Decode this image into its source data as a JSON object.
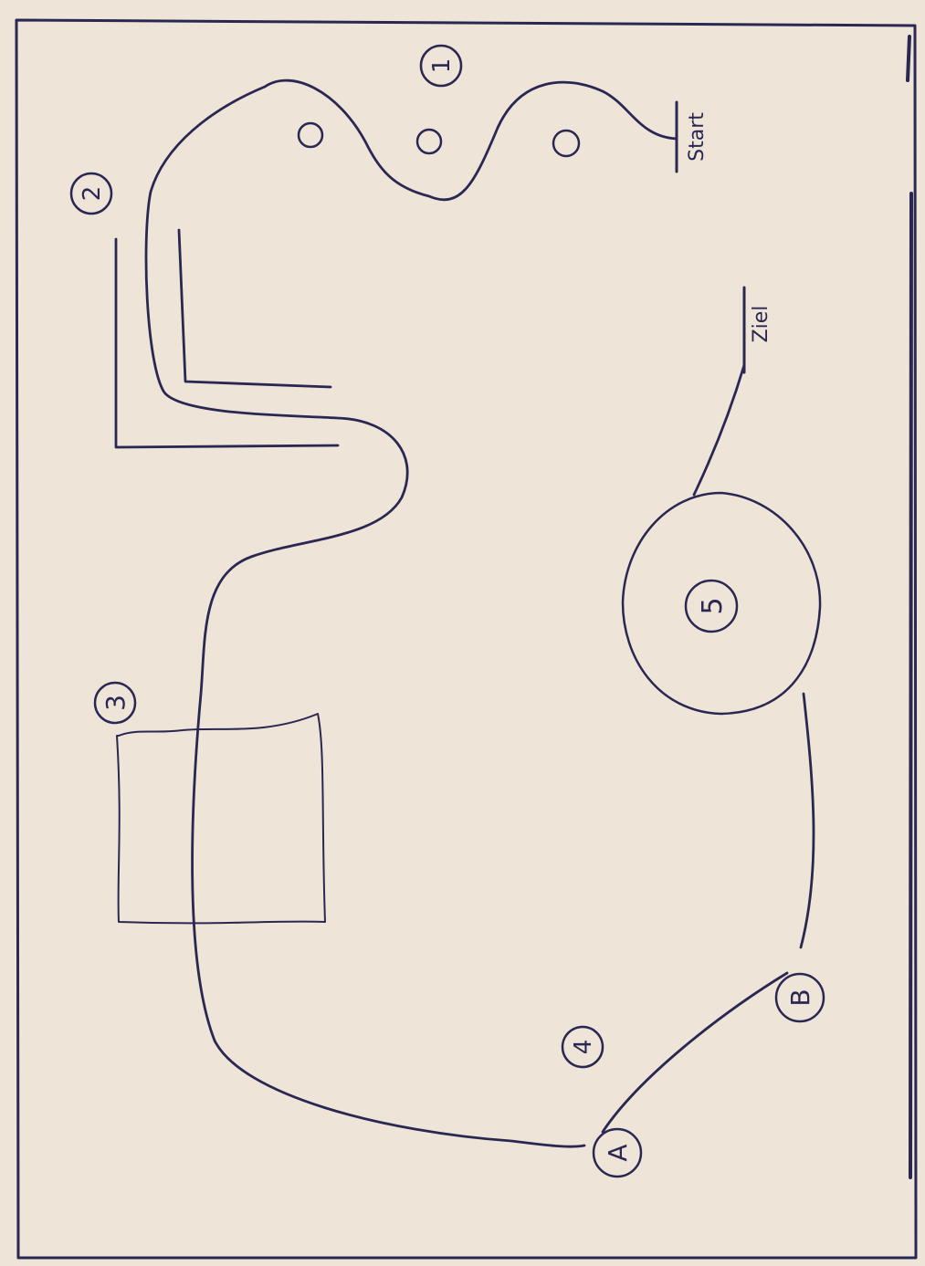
{
  "labels": {
    "start": "Start",
    "ziel": "Ziel",
    "station_1": "1",
    "station_2": "2",
    "station_3": "3",
    "station_4": "4",
    "station_5": "5",
    "point_a": "A",
    "point_b": "B"
  },
  "colors": {
    "paper": "#efe4d8",
    "ink": "#2a2852"
  }
}
